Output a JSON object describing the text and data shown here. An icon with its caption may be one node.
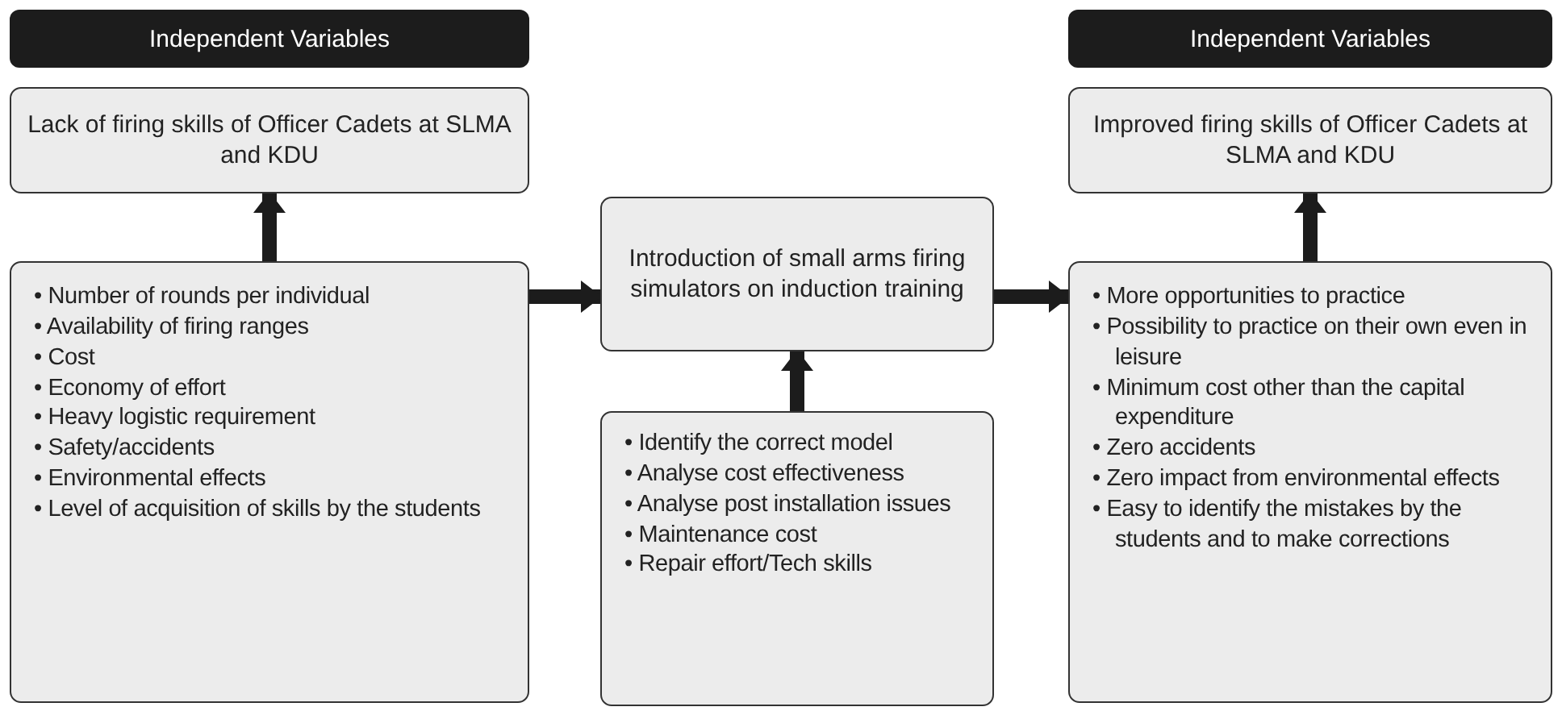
{
  "diagram": {
    "nodes": [
      {
        "text": [
          "Independent Variables"
        ]
      },
      {
        "text": [
          "Lack of firing skills of Officer Cadets at SLMA and KDU"
        ]
      },
      {
        "text": [
          "• Number of rounds per individual",
          "• Availability of firing ranges",
          "• Cost",
          "• Economy of effort",
          "• Heavy logistic requirement",
          "• Safety/accidents",
          "• Environmental effects",
          "• Level of acquisition of skills by the students"
        ]
      },
      {
        "text": [
          "Independent Variables"
        ]
      },
      {
        "text": [
          "Improved firing skills of Officer Cadets at SLMA and KDU"
        ]
      },
      {
        "text": [
          "• More opportunities to practice",
          "• Possibility to practice on their own even in leisure",
          "• Minimum cost other than the capital expenditure",
          "• Zero accidents",
          "• Zero impact from environmental effects",
          "• Easy to identify the mistakes by the students and to make corrections"
        ]
      },
      {
        "text": [
          "Introduction of small arms firing simulators on induction training"
        ]
      },
      {
        "text": [
          "• Identify the correct model",
          "• Analyse cost effectiveness",
          "• Analyse post installation issues",
          "• Maintenance cost",
          "• Repair effort/Tech skills"
        ]
      }
    ],
    "edges": [
      {
        "from": 2,
        "to": 1,
        "arrow": "to"
      },
      {
        "from": 2,
        "to": 6,
        "arrow": "to"
      },
      {
        "from": 6,
        "to": 5,
        "arrow": "to"
      },
      {
        "from": 7,
        "to": 6,
        "arrow": "to"
      },
      {
        "from": 5,
        "to": 4,
        "arrow": "to"
      }
    ]
  }
}
